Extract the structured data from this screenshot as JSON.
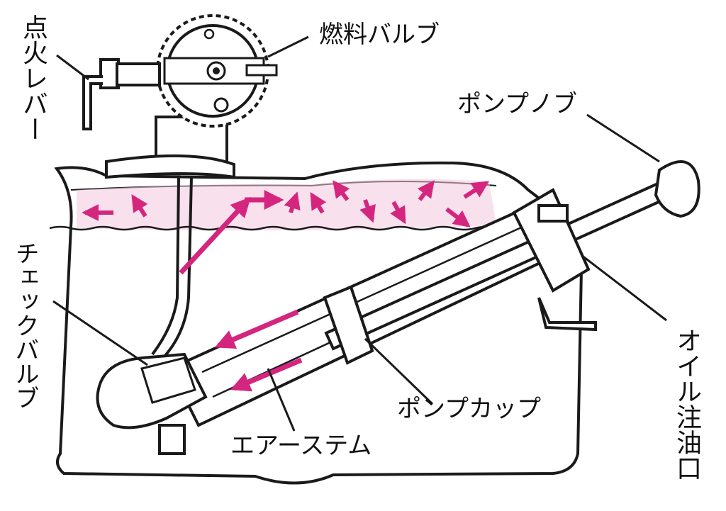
{
  "labels": {
    "ignition_lever": "点火レバー",
    "fuel_valve": "燃料バルブ",
    "pump_knob": "ポンプノブ",
    "check_valve": "チェックバルブ",
    "oil_filler": "オイル注油口",
    "pump_cup": "ポンプカップ",
    "air_stem": "エアーステム"
  },
  "colors": {
    "line": "#1a1a1a",
    "pressure_arrow": "#d4267e",
    "pressure_zone": "#f3c6dc",
    "background": "#ffffff"
  }
}
